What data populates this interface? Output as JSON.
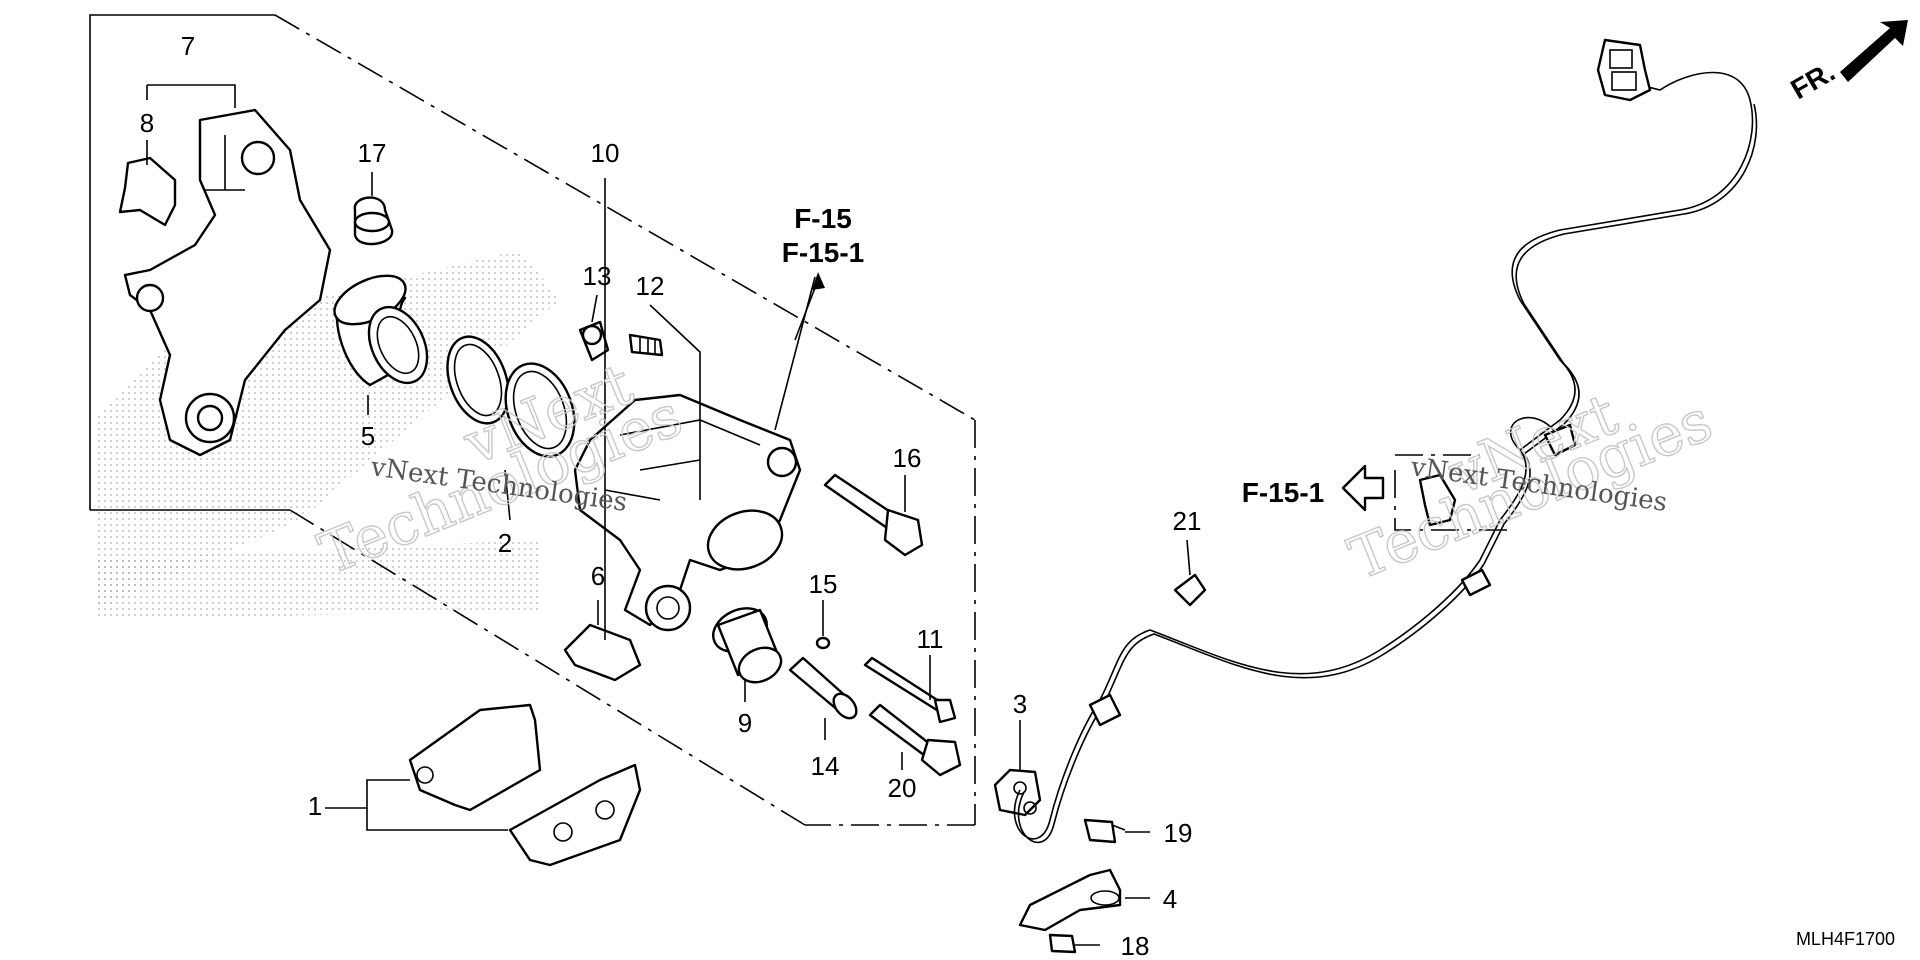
{
  "diagram": {
    "callouts": {
      "n1": "1",
      "n2": "2",
      "n3": "3",
      "n4": "4",
      "n5": "5",
      "n6": "6",
      "n7": "7",
      "n8": "8",
      "n9": "9",
      "n10": "10",
      "n11": "11",
      "n12": "12",
      "n13": "13",
      "n14": "14",
      "n15": "15",
      "n16": "16",
      "n17": "17",
      "n18": "18",
      "n19": "19",
      "n20": "20",
      "n21": "21"
    },
    "references": {
      "ref_f15": "F-15",
      "ref_f151_top": "F-15-1",
      "ref_f151_side": "F-15-1",
      "front": "FR."
    },
    "watermark": {
      "brand_line1": "vNext",
      "brand_line2": "Technologies",
      "brand_inline": "vNext Technologies"
    },
    "drawing_code": "MLH4F1700",
    "colors": {
      "line": "#000000",
      "watermark": "#c8c8c8",
      "background": "#ffffff"
    }
  }
}
